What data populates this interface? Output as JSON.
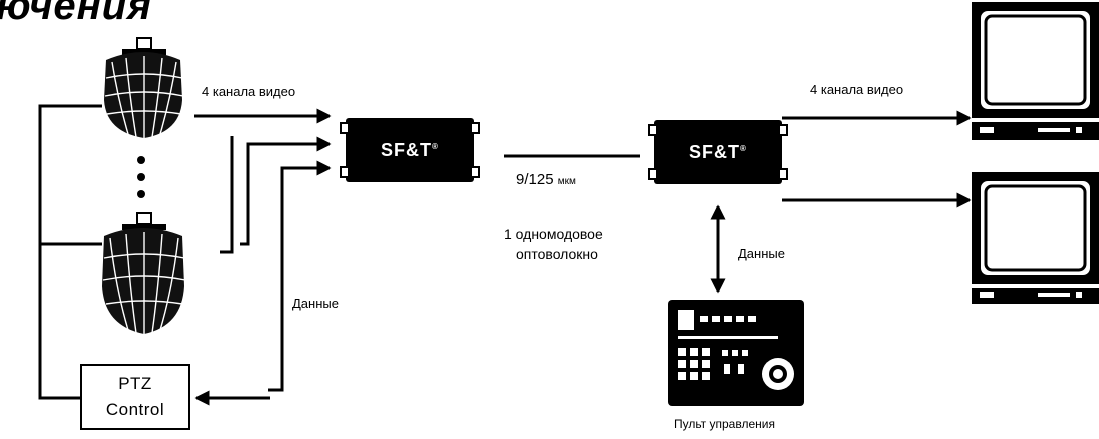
{
  "title": "ючения",
  "labels": {
    "video_in": "4 канала видео",
    "video_out": "4 канала видео",
    "data_left": "Данные",
    "data_right": "Данные",
    "fiber_size": "9/125",
    "fiber_unit": "мкм",
    "fiber_line1": "1 одномодовое",
    "fiber_line2": "оптоволокно",
    "keyboard": "Пульт управления"
  },
  "ptz": {
    "line1": "PTZ",
    "line2": "Control"
  },
  "converters": [
    {
      "logo": "SF&T",
      "mark": "®"
    },
    {
      "logo": "SF&T",
      "mark": "®"
    }
  ],
  "icons": [
    "dome-camera-icon",
    "monitor-icon",
    "control-keyboard-icon",
    "fiber-converter-icon"
  ]
}
